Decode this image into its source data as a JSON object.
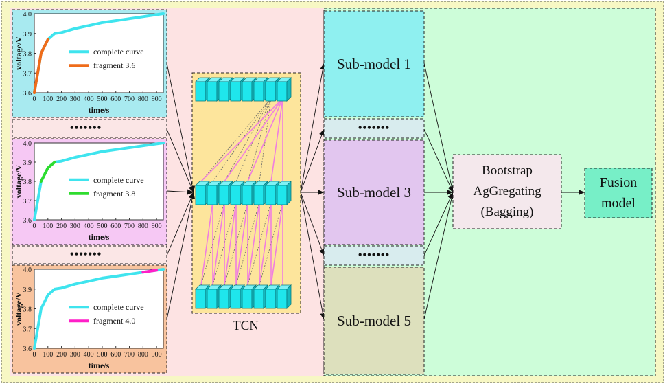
{
  "charts": [
    {
      "fragment_label": "fragment 3.6",
      "fragment_range": [
        3.6,
        3.9
      ],
      "colors": {
        "fragment": "#ef6c1a"
      }
    },
    {
      "fragment_label": "fragment 3.8",
      "fragment_range": [
        3.8,
        3.9
      ],
      "colors": {
        "fragment": "#2edc2e"
      }
    },
    {
      "fragment_label": "fragment 4.0",
      "fragment_range": [
        3.98,
        4.0
      ],
      "colors": {
        "fragment": "#ff1fc8"
      }
    }
  ],
  "chart_common": {
    "xlabel": "time/s",
    "ylabel": "voltage/V",
    "complete_label": "complete curve",
    "xticks": [
      "0",
      "100",
      "200",
      "300",
      "400",
      "500",
      "600",
      "700",
      "800",
      "900"
    ],
    "yticks": [
      "4.0",
      "3.9",
      "3.8",
      "3.7",
      "3.6"
    ],
    "complete_color": "#3fe4ee"
  },
  "ellipsis": "•••••••",
  "tcn_label": "TCN",
  "submodels": [
    "Sub-model 1",
    "Sub-model 3",
    "Sub-model 5"
  ],
  "bagging_lines": [
    "Bootstrap",
    "AgGregating",
    "(Bagging)"
  ],
  "fusion_lines": [
    "Fusion",
    "model"
  ],
  "colors": {
    "outer_bg": "#f7f7c4",
    "left_panel": "#fde3e3",
    "right_panel": "#cdfdd9",
    "chart1_bg": "#a8eaf0",
    "chart2_bg": "#f6c8f4",
    "chart3_bg": "#f8c39e",
    "tcn_bg": "#fde59c",
    "tcn_block": "#1fe6ec",
    "pink_line": "#f07ee0",
    "sub1": "#8ff0f0",
    "sub3": "#e2c6ef",
    "sub5": "#dde0bd",
    "dots_box": "#d8ecee",
    "bagging_bg": "#f4e8ec",
    "fusion_bg": "#77efc7"
  },
  "chart_data": [
    {
      "type": "line",
      "xlabel": "time/s",
      "ylabel": "voltage/V",
      "xlim": [
        0,
        950
      ],
      "ylim": [
        3.6,
        4.0
      ],
      "series": [
        {
          "name": "complete curve",
          "x": [
            0,
            50,
            100,
            150,
            200,
            300,
            400,
            500,
            600,
            700,
            800,
            900,
            950
          ],
          "values": [
            3.6,
            3.8,
            3.87,
            3.9,
            3.905,
            3.925,
            3.94,
            3.955,
            3.965,
            3.975,
            3.985,
            3.995,
            4.0
          ]
        },
        {
          "name": "fragment 3.6",
          "x": [
            0,
            50,
            100
          ],
          "values": [
            3.6,
            3.8,
            3.87
          ]
        }
      ]
    },
    {
      "type": "line",
      "xlabel": "time/s",
      "ylabel": "voltage/V",
      "xlim": [
        0,
        950
      ],
      "ylim": [
        3.6,
        4.0
      ],
      "series": [
        {
          "name": "complete curve",
          "x": [
            0,
            50,
            100,
            150,
            200,
            300,
            400,
            500,
            600,
            700,
            800,
            900,
            950
          ],
          "values": [
            3.6,
            3.8,
            3.87,
            3.9,
            3.905,
            3.925,
            3.94,
            3.955,
            3.965,
            3.975,
            3.985,
            3.995,
            4.0
          ]
        },
        {
          "name": "fragment 3.8",
          "x": [
            50,
            100,
            150
          ],
          "values": [
            3.8,
            3.87,
            3.9
          ]
        }
      ]
    },
    {
      "type": "line",
      "xlabel": "time/s",
      "ylabel": "voltage/V",
      "xlim": [
        0,
        950
      ],
      "ylim": [
        3.6,
        4.0
      ],
      "series": [
        {
          "name": "complete curve",
          "x": [
            0,
            50,
            100,
            150,
            200,
            300,
            400,
            500,
            600,
            700,
            800,
            900,
            950
          ],
          "values": [
            3.6,
            3.8,
            3.87,
            3.9,
            3.905,
            3.925,
            3.94,
            3.955,
            3.965,
            3.975,
            3.985,
            3.995,
            4.0
          ]
        },
        {
          "name": "fragment 4.0",
          "x": [
            800,
            900
          ],
          "values": [
            3.985,
            3.995
          ]
        }
      ]
    }
  ]
}
